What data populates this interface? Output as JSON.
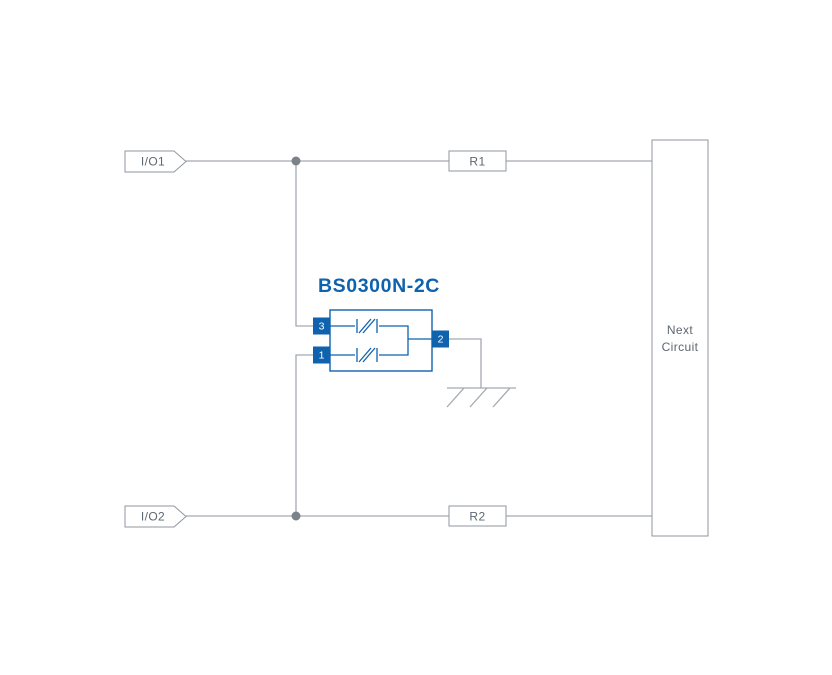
{
  "diagram": {
    "component": {
      "title": "BS0300N-2C",
      "pins": {
        "pin1": "1",
        "pin2": "2",
        "pin3": "3"
      }
    },
    "terminals": {
      "io1": "I/O1",
      "io2": "I/O2"
    },
    "resistors": {
      "r1": "R1",
      "r2": "R2"
    },
    "next_circuit": {
      "line1": "Next",
      "line2": "Circuit"
    },
    "colors": {
      "accent_blue": "#0f62ae",
      "wire_gray": "#a3a9b0",
      "box_border_gray": "#8f969e",
      "label_text_gray": "#5d6770",
      "junction_gray": "#7c828a",
      "background": "#ffffff"
    }
  }
}
